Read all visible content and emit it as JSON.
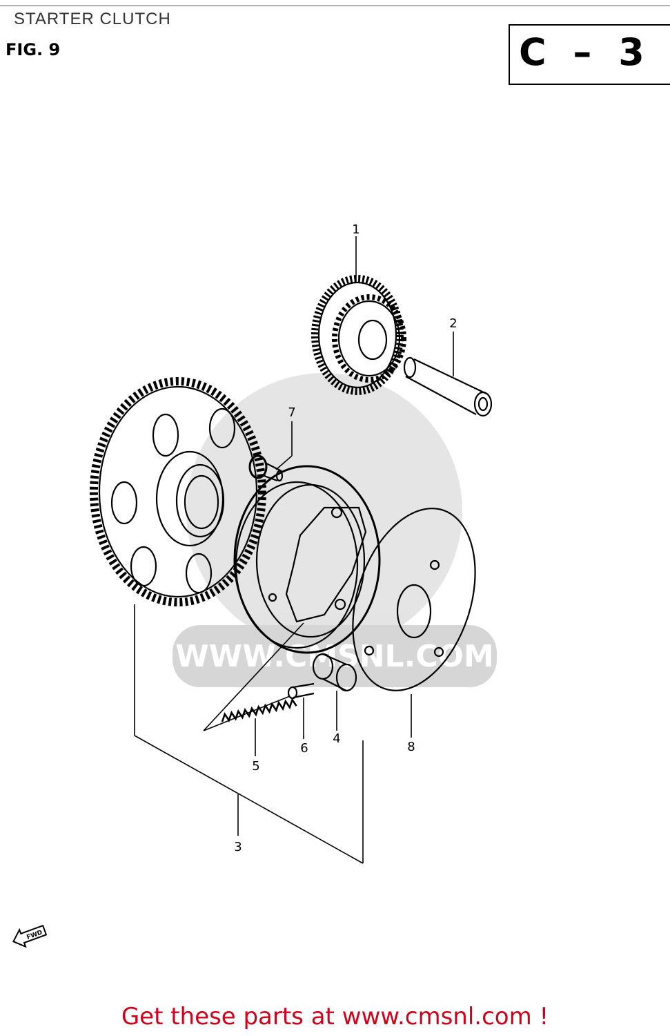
{
  "header": {
    "title": "STARTER CLUTCH",
    "figure": "FIG. 9",
    "section_code": "C – 3"
  },
  "parts": [
    {
      "number": "1"
    },
    {
      "number": "2"
    },
    {
      "number": "3"
    },
    {
      "number": "4"
    },
    {
      "number": "5"
    },
    {
      "number": "6"
    },
    {
      "number": "7"
    },
    {
      "number": "8"
    }
  ],
  "watermark": {
    "text": "WWW.CMSNL.COM"
  },
  "direction_arrow": {
    "label": "FWD"
  },
  "footer": {
    "text": "Get these parts at www.cmsnl.com !"
  },
  "colors": {
    "footer_text": "#d0021b",
    "watermark": "#cfcfcf",
    "ink": "#000000"
  }
}
